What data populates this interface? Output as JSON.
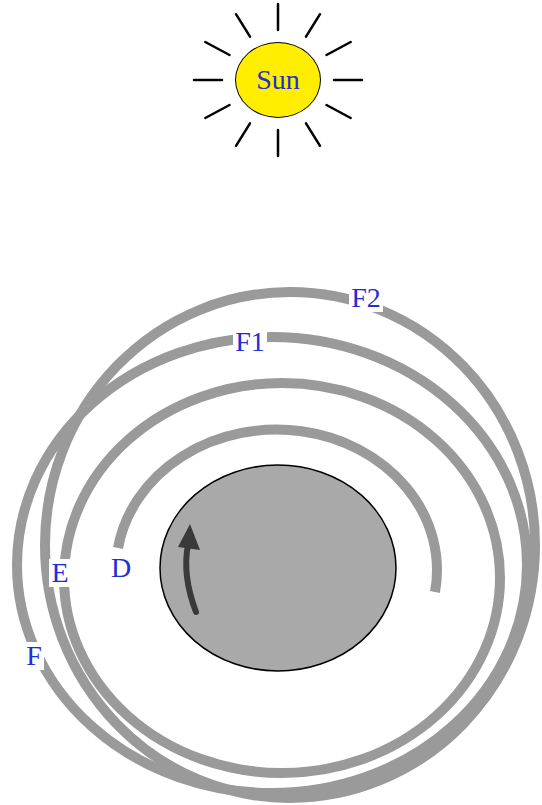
{
  "diagram": {
    "nodes": [
      {
        "text": [
          "Sun"
        ]
      }
    ],
    "labels": [
      "F2",
      "F1",
      "E",
      "D",
      "F"
    ]
  }
}
